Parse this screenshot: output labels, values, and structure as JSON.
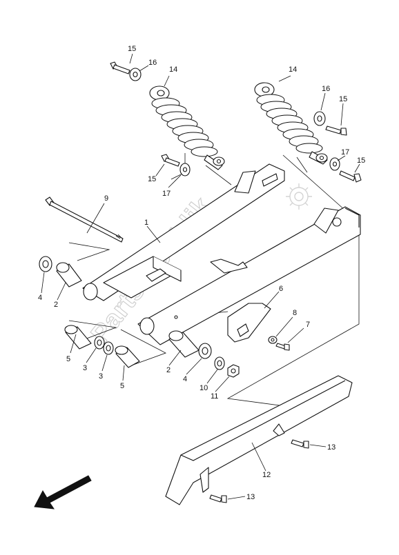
{
  "watermark": {
    "text": "Partsrepublik",
    "icon": "gear-icon"
  },
  "callouts": {
    "c1": "1",
    "c2a": "2",
    "c2b": "2",
    "c3a": "3",
    "c3b": "3",
    "c4a": "4",
    "c4b": "4",
    "c5a": "5",
    "c5b": "5",
    "c6": "6",
    "c7": "7",
    "c8": "8",
    "c9": "9",
    "c10": "10",
    "c11": "11",
    "c12": "12",
    "c13a": "13",
    "c13b": "13",
    "c14a": "14",
    "c14b": "14",
    "c15a": "15",
    "c15b": "15",
    "c15c": "15",
    "c15d": "15",
    "c16a": "16",
    "c16b": "16",
    "c17a": "17",
    "c17b": "17"
  },
  "direction_arrow": {
    "icon": "front-direction-arrow-icon"
  }
}
